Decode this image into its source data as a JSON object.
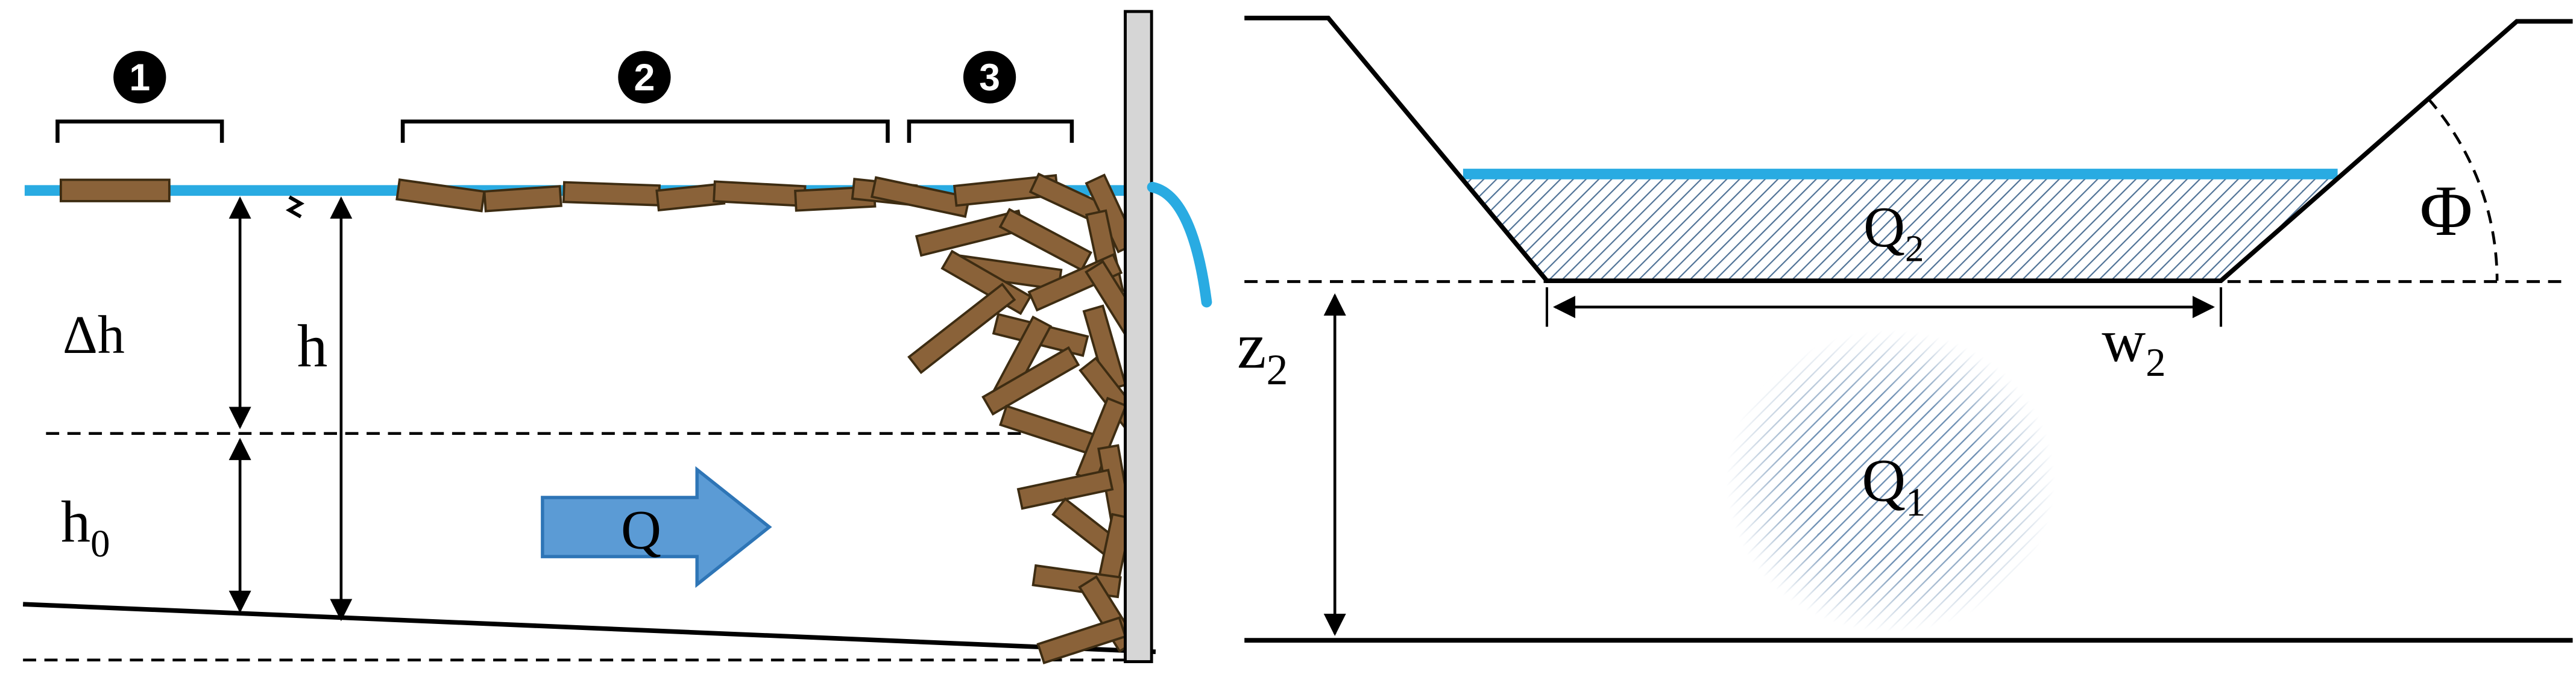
{
  "zone_badges": [
    "1",
    "2",
    "3"
  ],
  "labels": {
    "delta_h": "Δh",
    "h": "h",
    "h0": {
      "base": "h",
      "sub": "0"
    },
    "q_flow": "Q",
    "z2": {
      "base": "z",
      "sub": "2"
    },
    "q2": {
      "base": "Q",
      "sub": "2"
    },
    "w2": {
      "base": "w",
      "sub": "2"
    },
    "phi": "Φ",
    "q1": {
      "base": "Q",
      "sub": "1"
    }
  },
  "colors": {
    "water": "#29abe2",
    "wood": "#8a6239",
    "flow_arrow_fill": "#5b9bd5",
    "flow_arrow_stroke": "#2e75b6",
    "barrier_fill": "#d6d6d6",
    "hatch_line": "#4f7296",
    "line": "#000000"
  }
}
